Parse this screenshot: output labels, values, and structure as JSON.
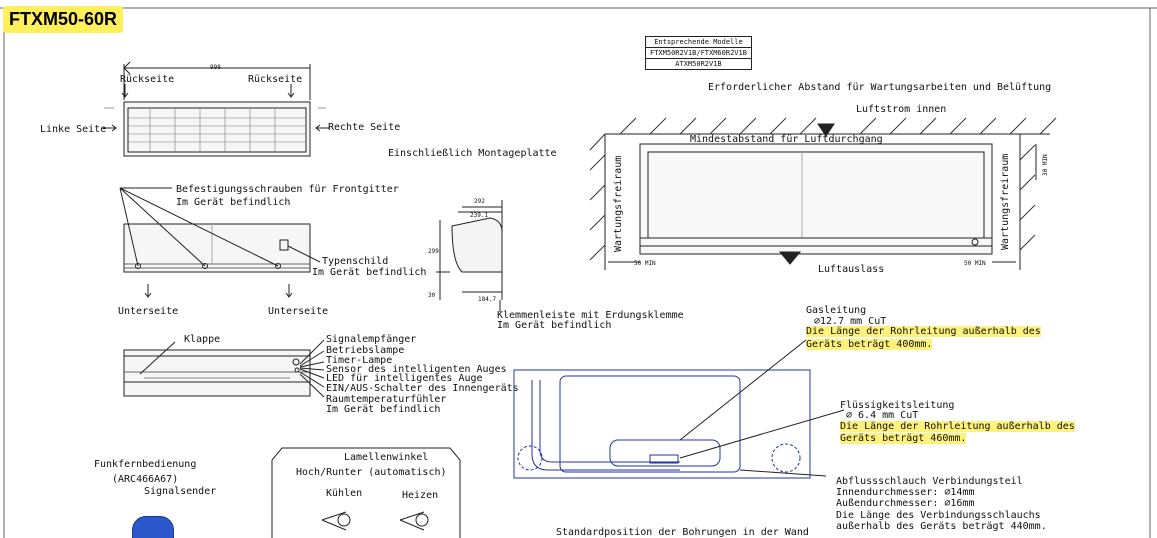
{
  "title": "FTXM50-60R",
  "models": {
    "header": "Entsprechende Modelle",
    "row1": "FTXM50R2V1B/FTXM60R2V1B",
    "row2": "ATXM50R2V1B"
  },
  "front_view": {
    "width_dim": "998",
    "rueckseite_left": "Rückseite",
    "rueckseite_right": "Rückseite",
    "linke_seite": "Linke Seite",
    "rechte_seite": "Rechte Seite"
  },
  "screws": {
    "line1": "Befestigungsschrauben für Frontgitter",
    "line2": "Im Gerät befindlich"
  },
  "typenschild": {
    "line1": "Typenschild",
    "line2": "Im Gerät befindlich"
  },
  "unterseite_left": "Unterseite",
  "unterseite_right": "Unterseite",
  "montageplatte": "Einschließlich Montageplatte",
  "side_dims": {
    "d292": "292",
    "d2391": "239.1",
    "d299": "299",
    "d30": "30",
    "d1847": "184.7"
  },
  "klemmen": {
    "line1": "Klemmenleiste mit Erdungsklemme",
    "line2": "Im Gerät befindlich"
  },
  "klappe": "Klappe",
  "bottom_labels": [
    "Signalempfänger",
    "Betriebslampe",
    "Timer-Lampe",
    "Sensor des intelligenten Auges",
    "LED für intelligentes Auge",
    "EIN/AUS-Schalter des Innengeräts",
    "Raumtemperaturfühler",
    "Im Gerät befindlich"
  ],
  "remote": {
    "line1": "Funkfernbedienung",
    "line2": "(ARC466A67)",
    "line3": "Signalsender"
  },
  "louver": {
    "line1": "Lamellenwinkel",
    "line2": "Hoch/Runter (automatisch)",
    "cool": "Kühlen",
    "heat": "Heizen"
  },
  "clearance": {
    "title": "Erforderlicher Abstand für Wartungsarbeiten und Belüftung",
    "luftstrom": "Luftstrom innen",
    "mindest": "Mindestabstand für Luftdurchgang",
    "wartung_left": "Wartungsfreiraum",
    "wartung_right": "Wartungsfreiraum",
    "min50_left": "50 MIN",
    "min50_right": "50 MIN",
    "min30": "30 MIN",
    "luftauslass": "Luftauslass"
  },
  "gas": {
    "line1": "Gasleitung",
    "line2": "⌀12.7 mm CuT",
    "line3": "Die Länge der Rohrleitung außerhalb des",
    "line4": "Geräts beträgt 400mm."
  },
  "liquid": {
    "line1": "Flüssigkeitsleitung",
    "line2": "⌀ 6.4 mm CuT",
    "line3": "Die Länge der Rohrleitung außerhalb des",
    "line4": "Geräts beträgt 460mm."
  },
  "drain": {
    "line1": "Abflussschlauch  Verbindungsteil",
    "line2": "Innendurchmesser: ⌀14mm",
    "line3": " Außendurchmesser: ⌀16mm",
    "line4": "Die Länge des Verbindungsschlauchs",
    "line5": "außerhalb des Geräts beträgt 440mm."
  },
  "standard_position": "Standardposition der Bohrungen in der Wand",
  "colors": {
    "highlight": "#fff27a",
    "remote_blue": "#2a57c9",
    "pipe_box": "#2233aa"
  }
}
